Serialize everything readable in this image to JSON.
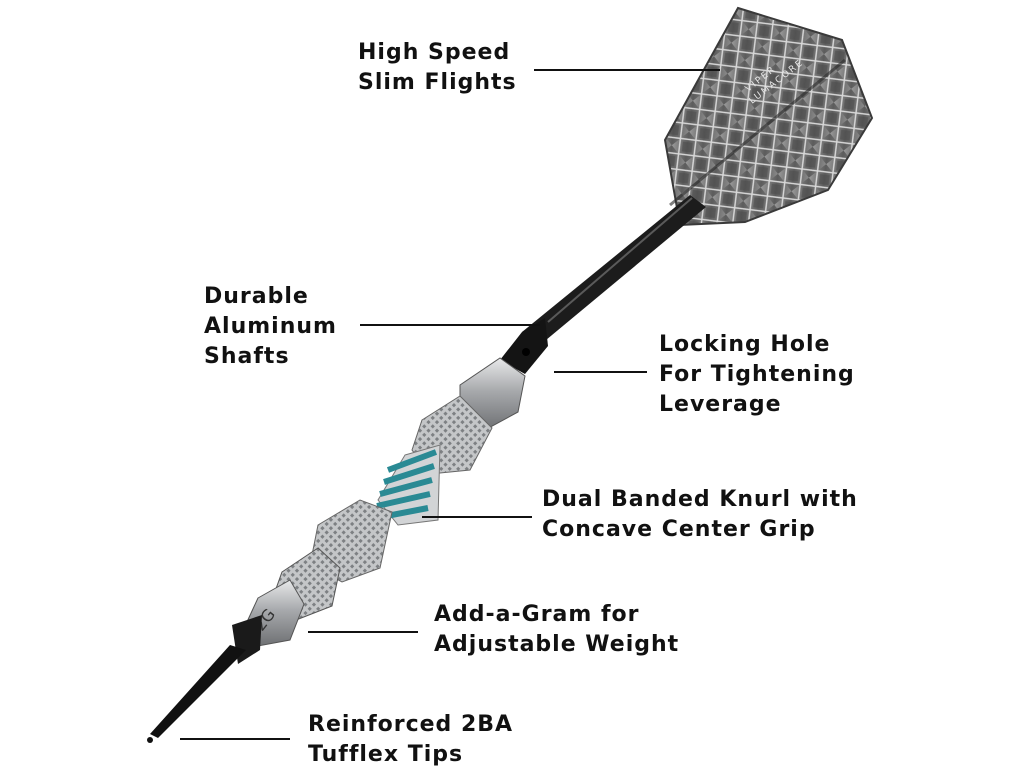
{
  "callouts": {
    "flights": {
      "lines": [
        "High Speed",
        "Slim Flights"
      ]
    },
    "shafts": {
      "lines": [
        "Durable",
        "Aluminum",
        "Shafts"
      ]
    },
    "locking": {
      "lines": [
        "Locking Hole",
        "For Tightening",
        "Leverage"
      ]
    },
    "knurl": {
      "lines": [
        "Dual Banded Knurl with",
        "Concave Center Grip"
      ]
    },
    "gram": {
      "lines": [
        "Add-a-Gram for",
        "Adjustable Weight"
      ]
    },
    "tips": {
      "lines": [
        "Reinforced 2BA",
        "Tufflex Tips"
      ]
    }
  },
  "flight_print": {
    "line1": "VIPER",
    "line2": "LUMACORE"
  },
  "gram_marking": "2G",
  "colors": {
    "text": "#111111",
    "band_accent": "#2a8a94",
    "flight": "#6b6b6b",
    "shaft": "#1a1a1a",
    "barrel": "#b9bbbd"
  }
}
